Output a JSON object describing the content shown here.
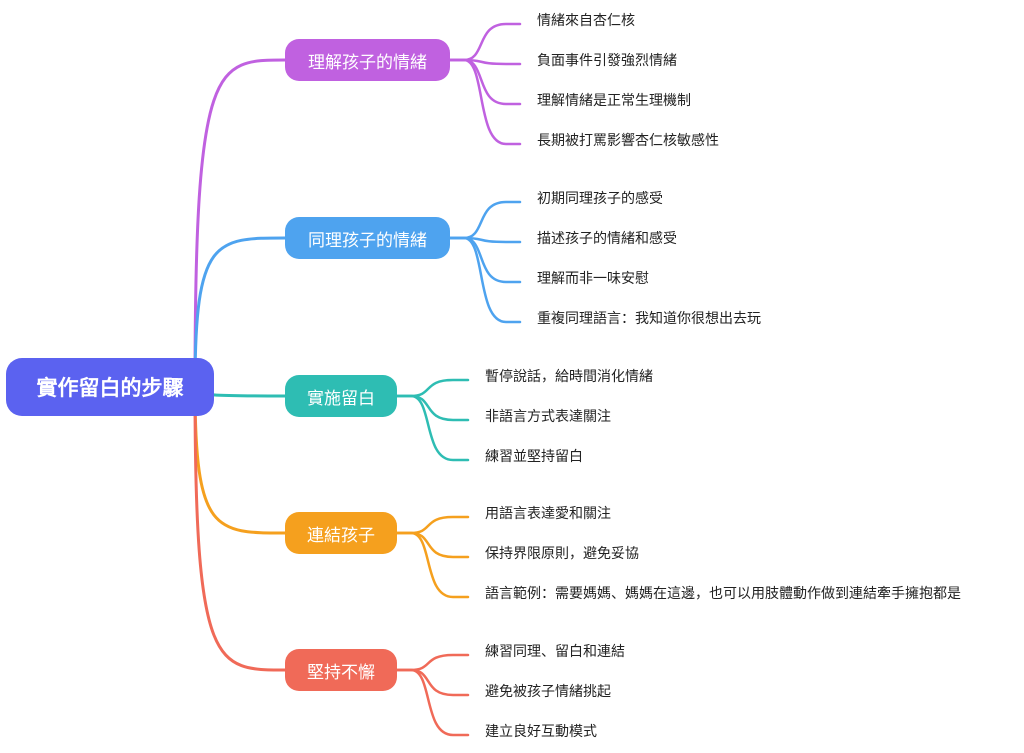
{
  "root": {
    "label": "實作留白的步驟"
  },
  "branches": [
    {
      "label": "理解孩子的情緒",
      "color": "#c061e0",
      "leaves": [
        "情緒來自杏仁核",
        "負面事件引發強烈情緒",
        "理解情緒是正常生理機制",
        "長期被打罵影響杏仁核敏感性"
      ]
    },
    {
      "label": "同理孩子的情緒",
      "color": "#4ea3ef",
      "leaves": [
        "初期同理孩子的感受",
        "描述孩子的情緒和感受",
        "理解而非一味安慰",
        "重複同理語言：我知道你很想出去玩"
      ]
    },
    {
      "label": "實施留白",
      "color": "#2ebdb3",
      "leaves": [
        "暫停說話，給時間消化情緒",
        "非語言方式表達關注",
        "練習並堅持留白"
      ]
    },
    {
      "label": "連結孩子",
      "color": "#f5a01e",
      "leaves": [
        "用語言表達愛和關注",
        "保持界限原則，避免妥協",
        "語言範例：需要媽媽、媽媽在這邊，也可以用肢體動作做到連結牽手擁抱都是"
      ]
    },
    {
      "label": "堅持不懈",
      "color": "#f06a58",
      "leaves": [
        "練習同理、留白和連結",
        "避免被孩子情緒挑起",
        "建立良好互動模式"
      ]
    }
  ]
}
